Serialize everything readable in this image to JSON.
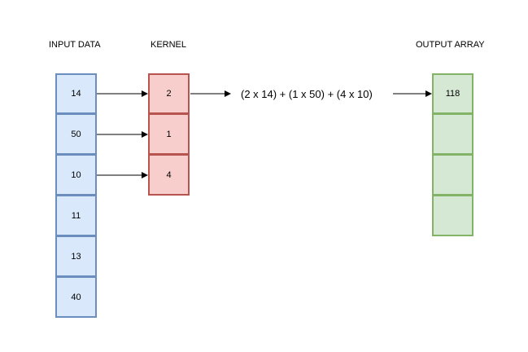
{
  "labels": {
    "input": "INPUT DATA",
    "kernel": "KERNEL",
    "output": "OUTPUT ARRAY"
  },
  "input_data": [
    "14",
    "50",
    "10",
    "11",
    "13",
    "40"
  ],
  "kernel": [
    "2",
    "1",
    "4"
  ],
  "output_array": [
    "118",
    "",
    "",
    ""
  ],
  "formula": "(2 x 14) + (1 x 50) + (4 x 10)",
  "colors": {
    "input_fill": "#dae8fc",
    "input_stroke": "#6c8ebf",
    "kernel_fill": "#f8cecc",
    "kernel_stroke": "#b85450",
    "output_fill": "#d5e8d4",
    "output_stroke": "#82b366"
  }
}
